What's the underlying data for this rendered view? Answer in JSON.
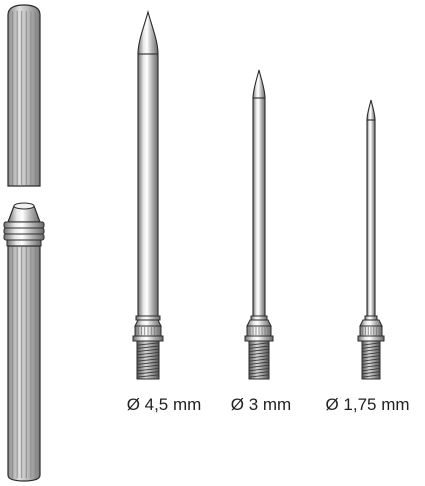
{
  "diagram": {
    "colors": {
      "outline": "#2b2b2b",
      "metal_light": "#f2f2f2",
      "metal_mid": "#b9b9b9",
      "metal_dark": "#7a7a7a",
      "groove": "#8c8c8c"
    },
    "handle": {
      "parts": [
        "handle-cap",
        "handle-grip"
      ]
    },
    "tips": [
      {
        "label": "Ø 4,5 mm",
        "diameter_mm": 4.5
      },
      {
        "label": "Ø 3 mm",
        "diameter_mm": 3
      },
      {
        "label": "Ø 1,75 mm",
        "diameter_mm": 1.75
      }
    ]
  }
}
